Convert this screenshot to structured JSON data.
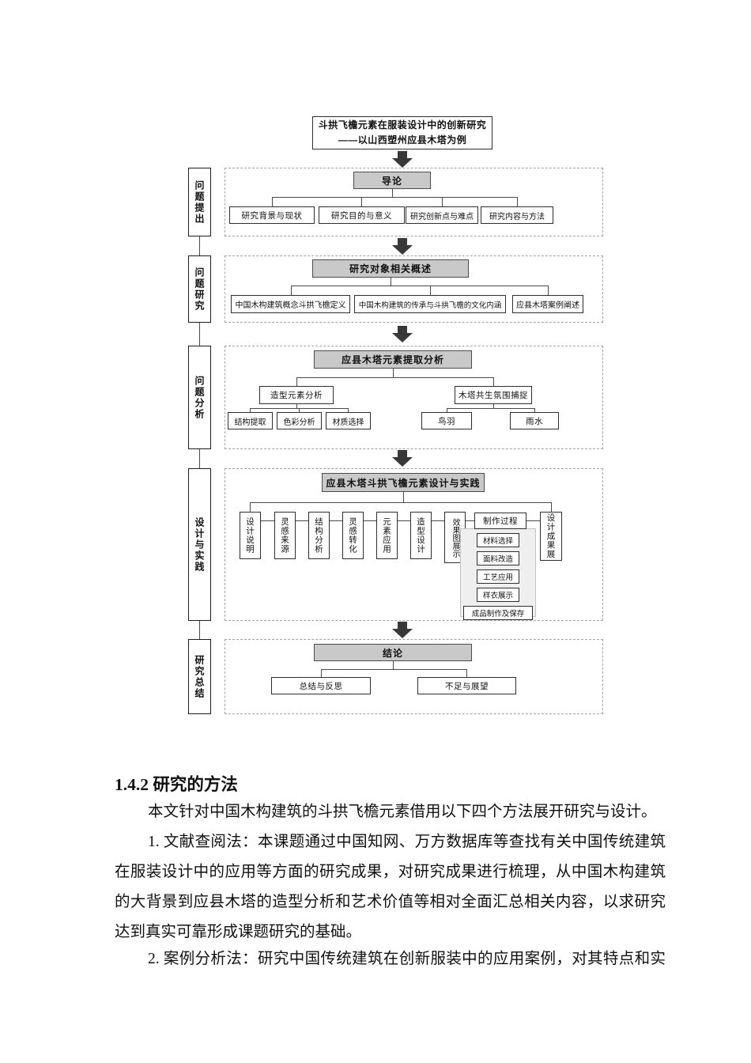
{
  "flowchart": {
    "title_line1": "斗拱飞檐元素在服装设计中的创新研究",
    "title_line2": "——以山西塑州应县木塔为例",
    "side_labels": [
      "问题提出",
      "问题研究",
      "问题分析",
      "设计与实践",
      "研究总结"
    ],
    "s1": {
      "header": "导论",
      "children": [
        "研究背景与现状",
        "研究目的与意义",
        "研究创新点与难点",
        "研究内容与方法"
      ]
    },
    "s2": {
      "header": "研究对象相关概述",
      "children": [
        "中国木构建筑概念斗拱飞檐定义",
        "中国木构建筑的传承与斗拱飞檐的文化内涵",
        "应县木塔案例阐述"
      ]
    },
    "s3": {
      "header": "应县木塔元素提取分析",
      "group1": {
        "label": "造型元素分析",
        "children": [
          "结构提取",
          "色彩分析",
          "材质选择"
        ]
      },
      "group2": {
        "label": "木塔共生氛围捕捉",
        "children": [
          "鸟羽",
          "雨水"
        ]
      }
    },
    "s4": {
      "header": "应县木塔斗拱飞檐元素设计与实践",
      "steps": [
        "设计说明",
        "灵感来源",
        "结构分析",
        "灵感转化",
        "元素应用",
        "造型设计",
        "效果图展示"
      ],
      "process_label": "制作过程",
      "process_steps": [
        "材料选择",
        "面料改造",
        "工艺应用",
        "样衣展示"
      ],
      "process_final": "成品制作及保存",
      "outcome": "设计成果展"
    },
    "s5": {
      "header": "结论",
      "children": [
        "总结与反思",
        "不足与展望"
      ]
    }
  },
  "document": {
    "heading": "1.4.2 研究的方法",
    "lines": [
      "本文针对中国木构建筑的斗拱飞檐元素借用以下四个方法展开研究与设计。",
      "1. 文献查阅法：本课题通过中国知网、万方数据库等查找有关中国传统建筑",
      "在服装设计中的应用等方面的研究成果，对研究成果进行梳理，从中国木构建筑",
      "的大背景到应县木塔的造型分析和艺术价值等相对全面汇总相关内容，以求研究",
      "达到真实可靠形成课题研究的基础。",
      "2. 案例分析法：研究中国传统建筑在创新服装中的应用案例，对其特点和实"
    ]
  }
}
